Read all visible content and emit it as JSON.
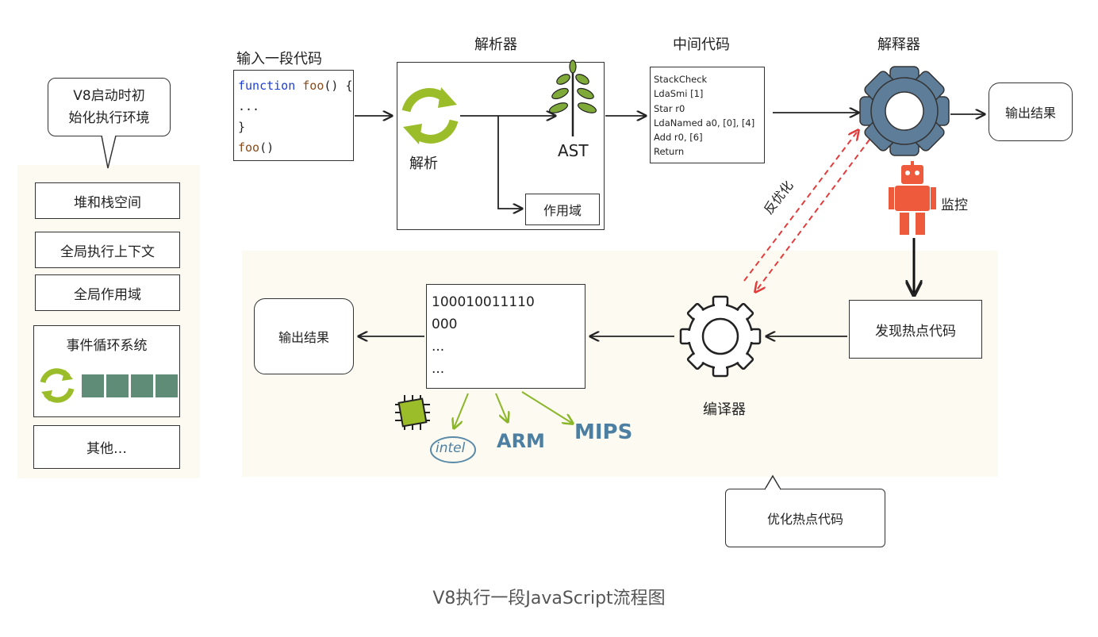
{
  "bubble": {
    "line1": "V8启动时初",
    "line2": "始化执行环境"
  },
  "env": {
    "heap_stack": "堆和栈空间",
    "global_ctx": "全局执行上下文",
    "global_scope": "全局作用域",
    "event_loop": "事件循环系统",
    "others": "其他…"
  },
  "input": {
    "title": "输入一段代码",
    "code": {
      "kw": "function",
      "fn": "foo",
      "sig": "() {",
      "dots": "...",
      "close": "}",
      "call_fn": "foo",
      "call_paren": "()"
    }
  },
  "parser": {
    "title": "解析器",
    "parse_label": "解析",
    "ast_label": "AST",
    "scope_label": "作用域"
  },
  "bytecode": {
    "title": "中间代码",
    "lines": [
      "StackCheck",
      "LdaSmi [1]",
      "Star r0",
      "LdaNamed a0, [0], [4]",
      "Add r0, [6]",
      "Return"
    ]
  },
  "interpreter": {
    "title": "解释器",
    "output_label": "输出结果",
    "monitor_label": "监控"
  },
  "deopt_label": "反优化",
  "compiler": {
    "hot_label": "发现热点代码",
    "title": "编译器",
    "machine_lines": [
      "100010011110",
      "000",
      "...",
      "..."
    ],
    "output_label": "输出结果",
    "arch": {
      "intel": "intel",
      "arm": "ARM",
      "mips": "MIPS"
    }
  },
  "optimize_label": "优化热点代码",
  "caption": "V8执行一段JavaScript流程图",
  "colors": {
    "accent_green": "#9bbd2a",
    "gear_blue": "#5e7d99",
    "robot_red": "#ee5a3c",
    "deopt_red": "#e23c3c",
    "queue_green": "#5f8c76"
  }
}
